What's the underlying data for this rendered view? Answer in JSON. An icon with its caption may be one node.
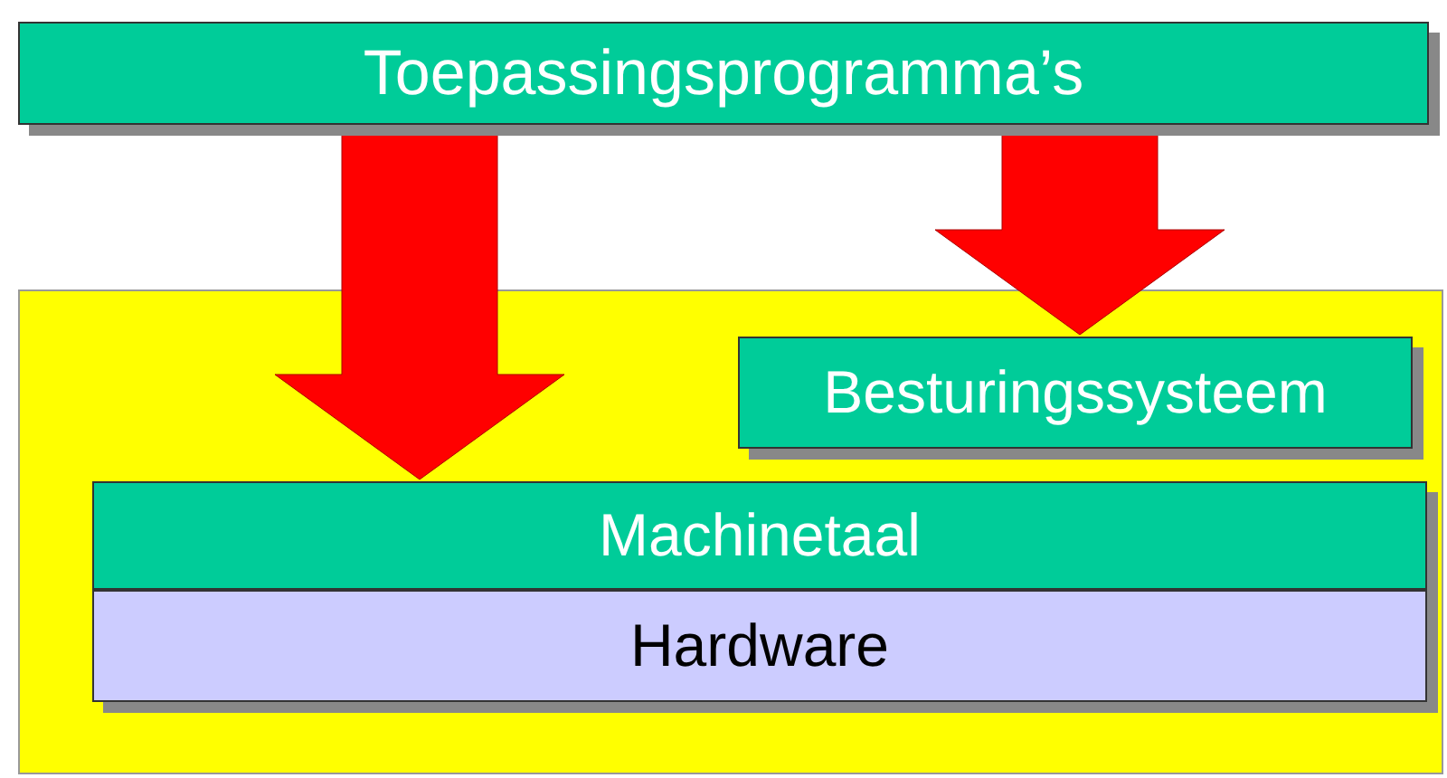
{
  "diagram": {
    "nodes": [
      {
        "text": [
          "Toepassingsprogramma’s"
        ]
      },
      {
        "text": [],
        "shape": "box"
      },
      {
        "text": [
          "Besturingssysteem"
        ],
        "in": 1
      },
      {
        "text": [
          "Machinetaal"
        ],
        "in": 1
      },
      {
        "text": [
          "Hardware"
        ],
        "in": 1
      }
    ],
    "edges": [
      {
        "from": 0,
        "to": 3,
        "arrow": "to",
        "style": "thick",
        "color": "#ff0000"
      },
      {
        "from": 0,
        "to": 2,
        "arrow": "to",
        "style": "thick",
        "color": "#ff0000"
      }
    ]
  }
}
